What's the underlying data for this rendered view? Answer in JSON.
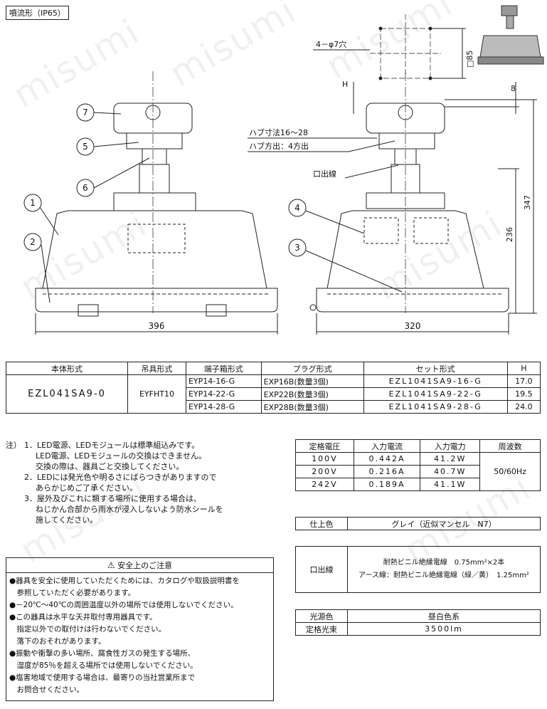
{
  "header": {
    "type_label": "噴流形（IP65）"
  },
  "watermark": "misumi",
  "drawing": {
    "callouts": [
      "1",
      "2",
      "3",
      "4",
      "5",
      "6",
      "7"
    ],
    "dim_width_front": "396",
    "dim_width_side": "320",
    "dim_h": "H",
    "dim_8": "8",
    "dim_236": "236",
    "dim_347": "347",
    "dim_85": "□85",
    "hole_note": "4－φ7穴",
    "hub_size": "ハブ寸法16～28",
    "hub_direction": "ハブ方出：4方出",
    "outlet_wire": "口出線"
  },
  "spec_table": {
    "headers": [
      "本体形式",
      "吊具形式",
      "端子箱形式",
      "プラグ形式",
      "セット形式",
      "H"
    ],
    "body_model": "EZL041SA9-0",
    "hanger_model": "EYFHT10",
    "rows": [
      {
        "terminal": "EYP14-16-G",
        "plug": "EXP16B(数量3個)",
        "set": "EZL1041SA9-16-G",
        "h": "17.0"
      },
      {
        "terminal": "EYP14-22-G",
        "plug": "EXP22B(数量3個)",
        "set": "EZL1041SA9-22-G",
        "h": "19.5"
      },
      {
        "terminal": "EYP14-28-G",
        "plug": "EXP28B(数量3個)",
        "set": "EZL1041SA9-28-G",
        "h": "24.0"
      }
    ]
  },
  "notes": {
    "prefix": "注）",
    "n1": [
      "1．LED電源、LEDモジュールは標準組込みです。",
      "LED電源、LEDモジュールの交換はできません。",
      "交換の際は、器具ごと交換してください。"
    ],
    "n2": [
      "2．LEDには発光色や明るさにばらつきがありますので",
      "あらかじめご了承ください。"
    ],
    "n3": [
      "3．屋外及びこれに類する場所に使用する場合は、",
      "ねじかん合部から雨水が浸入しないよう防水シールを",
      "施してください。"
    ]
  },
  "electrical": {
    "headers": [
      "定格電圧",
      "入力電流",
      "入力電力",
      "周波数"
    ],
    "rows": [
      {
        "v": "100V",
        "a": "0.442A",
        "w": "41.2W"
      },
      {
        "v": "200V",
        "a": "0.216A",
        "w": "40.7W"
      },
      {
        "v": "242V",
        "a": "0.189A",
        "w": "41.1W"
      }
    ],
    "freq": "50/60Hz"
  },
  "finish": {
    "label": "仕上色",
    "value": "グレイ（近似マンセル　N7）"
  },
  "wire": {
    "label": "口出線",
    "line1": "耐熱ビニル絶縁電線　0.75mm²×2本",
    "line2": "アース線：耐熱ビニル絶縁電線（緑／黄）　1.25mm²"
  },
  "light": {
    "color_label": "光源色",
    "color_value": "昼白色系",
    "flux_label": "定格光束",
    "flux_value": "3500lm"
  },
  "safety": {
    "title": "安全上のご注意",
    "lines": [
      "●器具を安全に使用していただくためには、カタログや取扱説明書を",
      "　参照していただく必要があります。",
      "●－20℃～40℃の周囲温度以外の場所では使用しないでください。",
      "●この器具は水平な天井取付専用器具です。",
      "　指定以外での取付けは行わないでください。",
      "　落下のおそれがあります。",
      "●振動や衝撃の多い場所、腐食性ガスの発生する場所、",
      "　湿度が85％を超える場所では使用しないでください。",
      "●塩害地域で使用する場合は、最寄りの当社営業所まで",
      "　お問合せください。"
    ]
  }
}
